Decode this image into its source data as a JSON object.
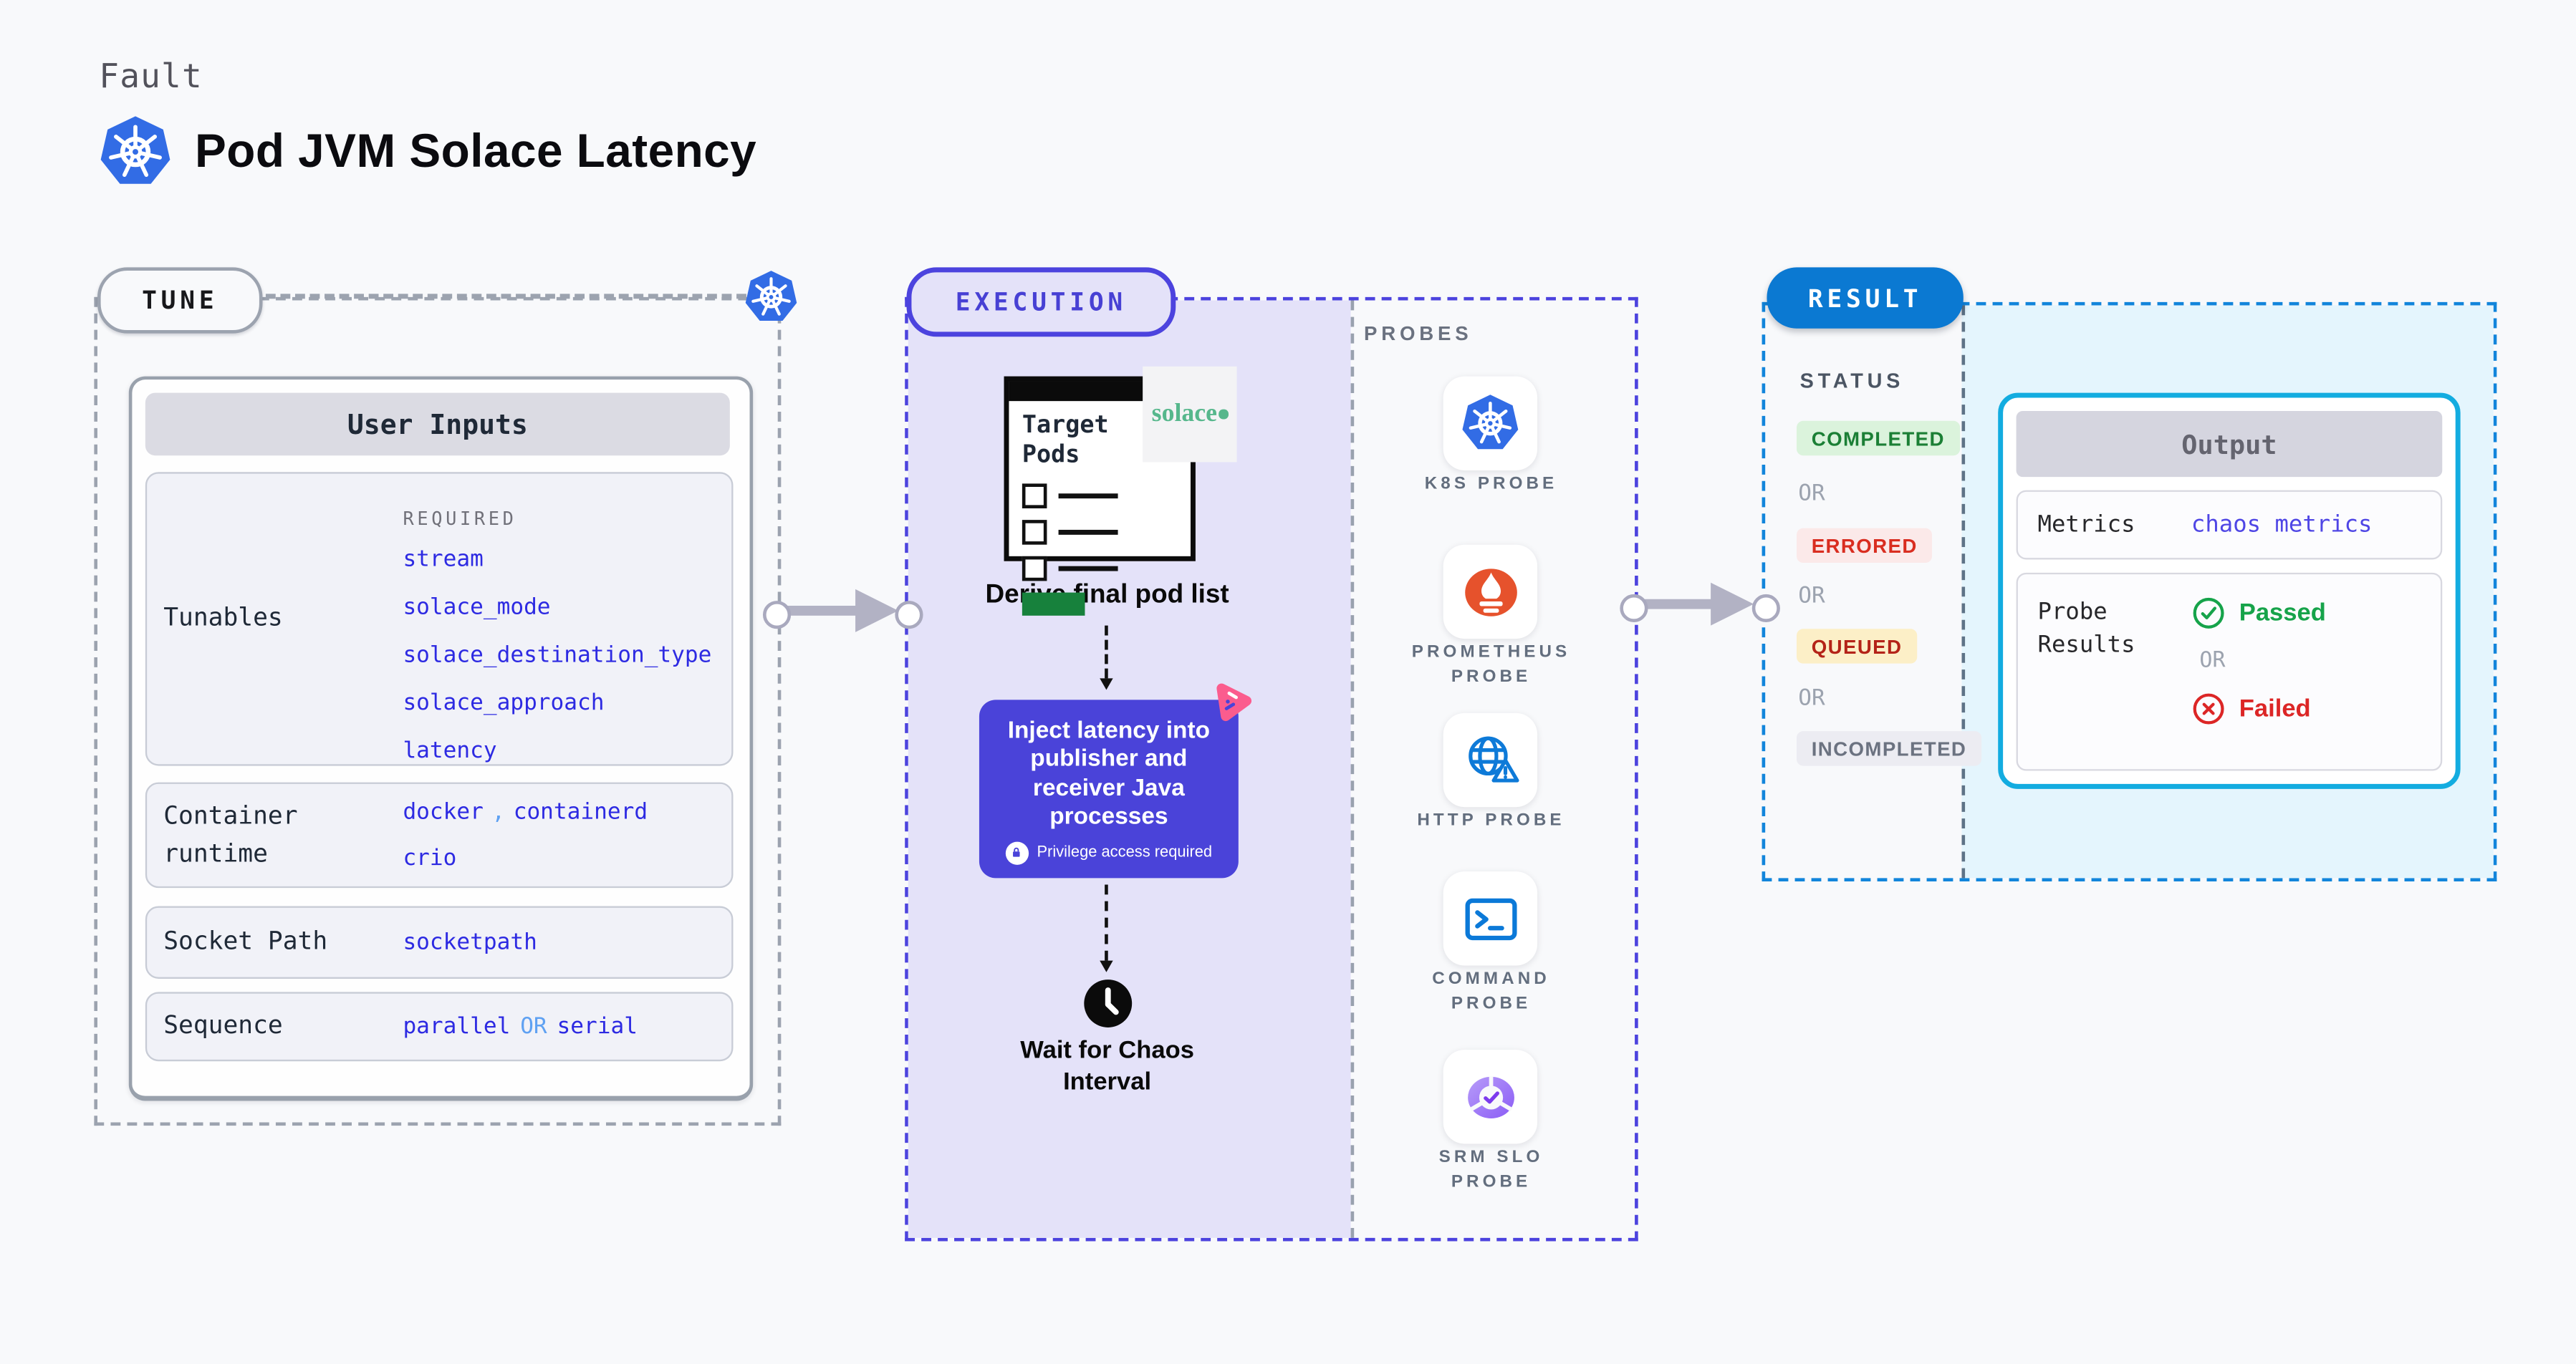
{
  "header": {
    "eyebrow": "Fault",
    "title": "Pod JVM Solace Latency"
  },
  "tune": {
    "pill": "TUNE",
    "user_inputs": {
      "header": "User Inputs",
      "tunables": {
        "label": "Tunables",
        "required": "REQUIRED",
        "values": [
          "stream",
          "solace_mode",
          "solace_destination_type",
          "solace_approach",
          "latency"
        ]
      },
      "container_runtime": {
        "label": "Container\nruntime",
        "value_a": "docker",
        "separator": ",",
        "value_b": "containerd",
        "value_c": "crio"
      },
      "socket_path": {
        "label": "Socket Path",
        "value": "socketpath"
      },
      "sequence": {
        "label": "Sequence",
        "value_a": "parallel",
        "or": "OR",
        "value_b": "serial"
      }
    }
  },
  "execution": {
    "pill": "EXECUTION",
    "target_window": {
      "title": "Target\nPods"
    },
    "solace_brand": "solace",
    "derive_caption": "Derive final pod list",
    "inject": {
      "text": "Inject latency into\npublisher and\nreceiver Java\nprocesses",
      "privilege": "Privilege access required"
    },
    "wait_caption": "Wait for Chaos\nInterval"
  },
  "probes": {
    "heading": "PROBES",
    "items": [
      {
        "icon": "kubernetes-icon",
        "label": "K8S PROBE"
      },
      {
        "icon": "prometheus-icon",
        "label": "PROMETHEUS\nPROBE"
      },
      {
        "icon": "http-globe-icon",
        "label": "HTTP PROBE"
      },
      {
        "icon": "terminal-icon",
        "label": "COMMAND\nPROBE"
      },
      {
        "icon": "srm-slo-icon",
        "label": "SRM SLO\nPROBE"
      }
    ]
  },
  "result": {
    "pill": "RESULT",
    "status_heading": "STATUS",
    "or": "OR",
    "statuses": [
      {
        "label": "COMPLETED",
        "fg": "#1B7F35",
        "bg": "#DBF3DC"
      },
      {
        "label": "ERRORED",
        "fg": "#D92D20",
        "bg": "#FBE9E9"
      },
      {
        "label": "QUEUED",
        "fg": "#B42318",
        "bg": "#FCEFC7"
      },
      {
        "label": "INCOMPLETED",
        "fg": "#6B7280",
        "bg": "#ECECF2"
      }
    ],
    "output": {
      "header": "Output",
      "metrics_label": "Metrics",
      "metrics_value": "chaos metrics",
      "probe_results_label": "Probe\nResults",
      "passed": "Passed",
      "or": "OR",
      "failed": "Failed"
    }
  },
  "colors": {
    "kubernetes_blue": "#326CE5",
    "execution_indigo": "#4C43DE",
    "inject_bg": "#4A43D9",
    "result_blue": "#0B79D2",
    "output_border_cyan": "#13ACE0",
    "value_blue": "#2D2AE2",
    "value_light_blue": "#5FA1F2",
    "passed_green": "#16A34A",
    "failed_red": "#DC2626",
    "litmus_pink": "#FB5C8E",
    "solace_green": "#56B78C",
    "target_button_green": "#17813C"
  }
}
